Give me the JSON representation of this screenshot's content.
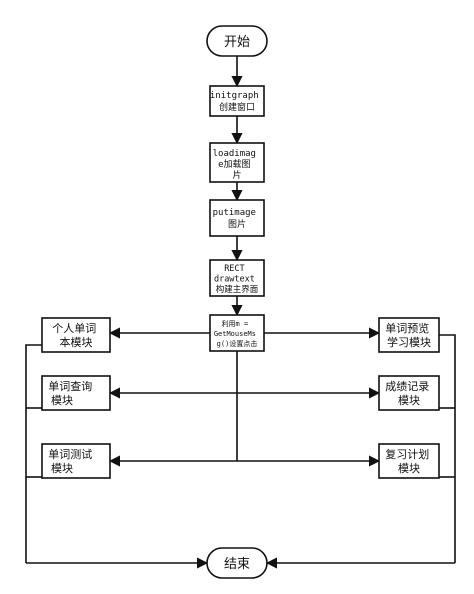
{
  "flowchart": {
    "start": "开始",
    "step_initgraph": [
      "initgraph",
      "创建窗口"
    ],
    "step_loadimage": [
      "loadimag",
      "e加载图",
      "片"
    ],
    "step_putimage": [
      "putimage",
      "图片"
    ],
    "step_rect": [
      "RECT",
      "drawtext",
      "构建主界面"
    ],
    "step_mouse": [
      "利用m =",
      "GetMouseMs",
      "g()设置点击"
    ],
    "module_word_list": [
      "个人单词",
      "本模块"
    ],
    "module_word_query": [
      "单词查询",
      "模块"
    ],
    "module_word_test": [
      "单词测试",
      "模块"
    ],
    "module_preview": [
      "单词预览",
      "学习模块"
    ],
    "module_scores": [
      "成绩记录",
      "模块"
    ],
    "module_review_plan": [
      "复习计划",
      "模块"
    ],
    "end": "结束"
  }
}
